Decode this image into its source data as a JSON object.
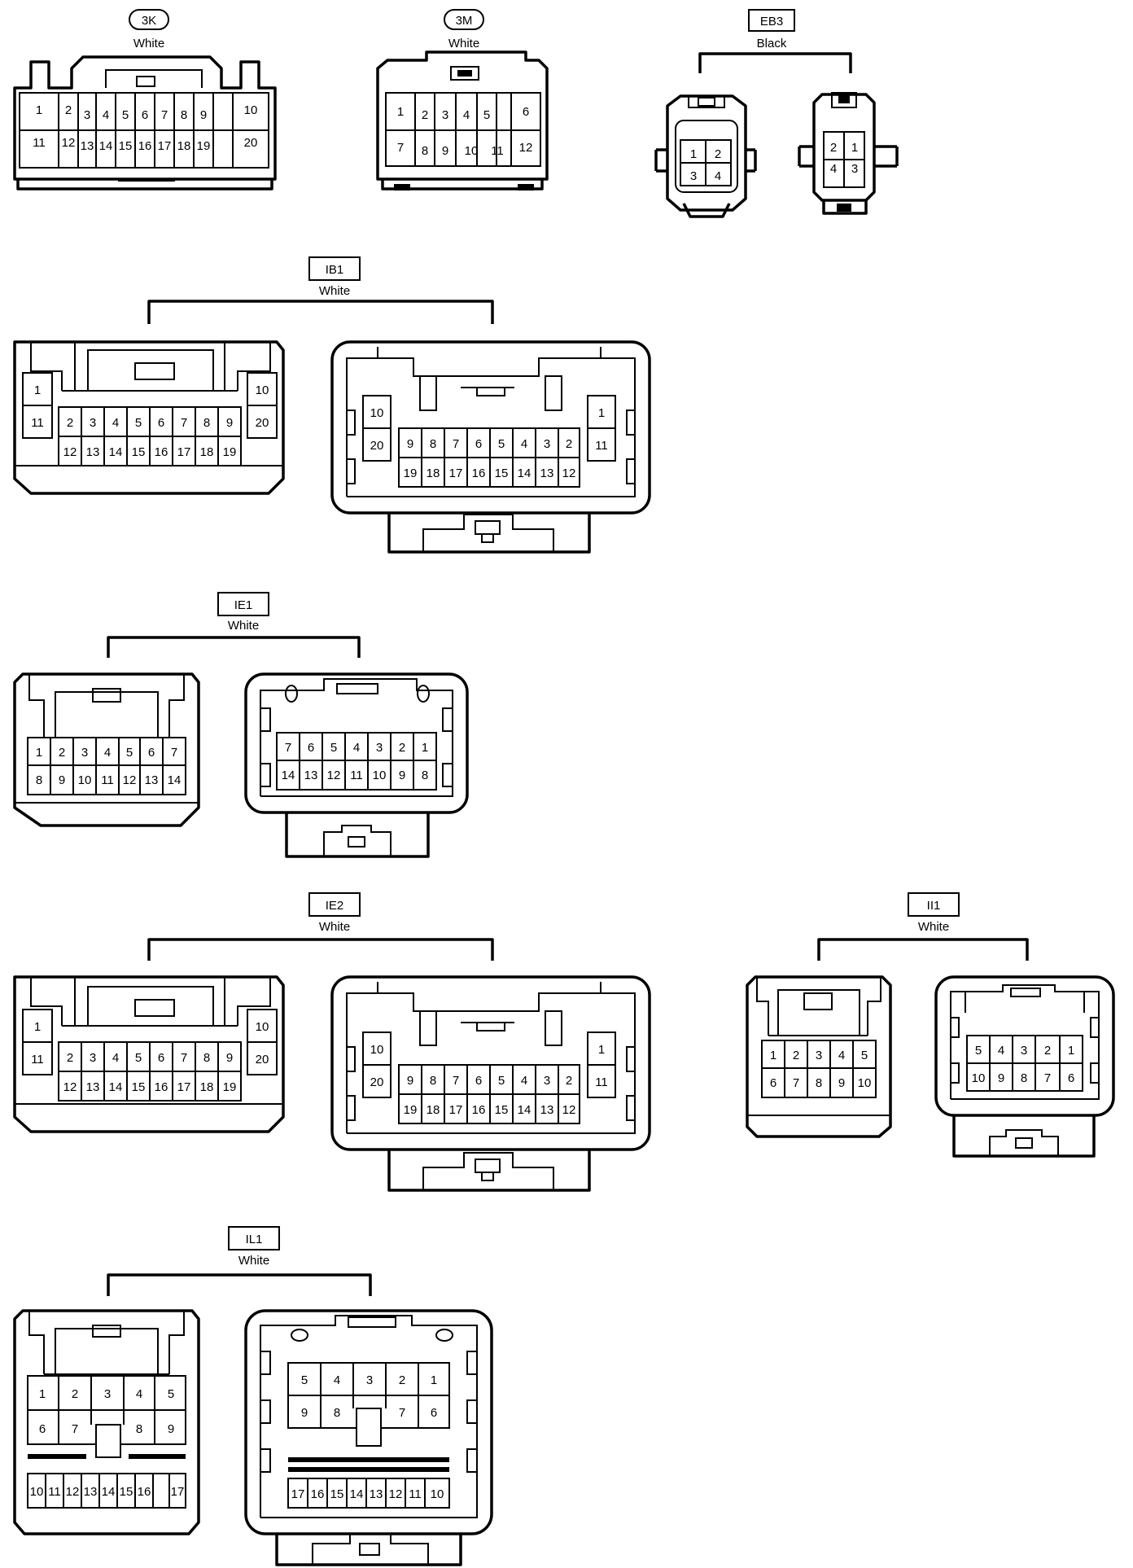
{
  "connectors": [
    {
      "code": "3K",
      "color": "White"
    },
    {
      "code": "3M",
      "color": "White"
    },
    {
      "code": "EB3",
      "color": "Black"
    },
    {
      "code": "IB1",
      "color": "White"
    },
    {
      "code": "IE1",
      "color": "White"
    },
    {
      "code": "IE2",
      "color": "White"
    },
    {
      "code": "II1",
      "color": "White"
    },
    {
      "code": "IL1",
      "color": "White"
    }
  ]
}
